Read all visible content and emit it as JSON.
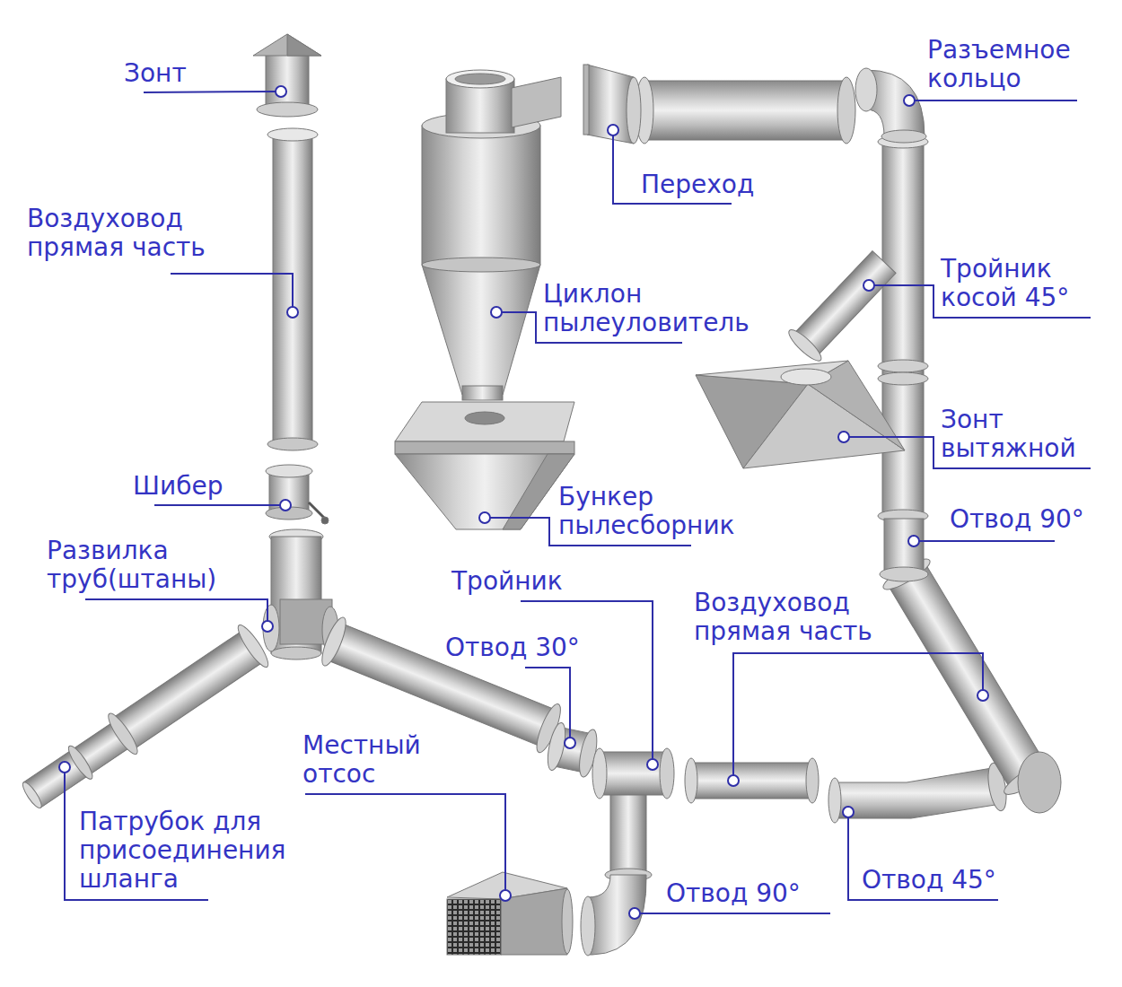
{
  "diagram": {
    "labels": [
      "Зонт",
      "Воздуховод прямая часть",
      "Шибер",
      "Развилка труб(штаны)",
      "Патрубок для присоединения шланга",
      "Циклон пылеуловитель",
      "Бункер пылесборник",
      "Переход",
      "Разъемное кольцо",
      "Тройник косой 45°",
      "Зонт вытяжной",
      "Отвод 90°",
      "Тройник",
      "Отвод 30°",
      "Воздуховод прямая часть",
      "Местный отсос",
      "Отвод 90°",
      "Отвод 45°"
    ]
  }
}
